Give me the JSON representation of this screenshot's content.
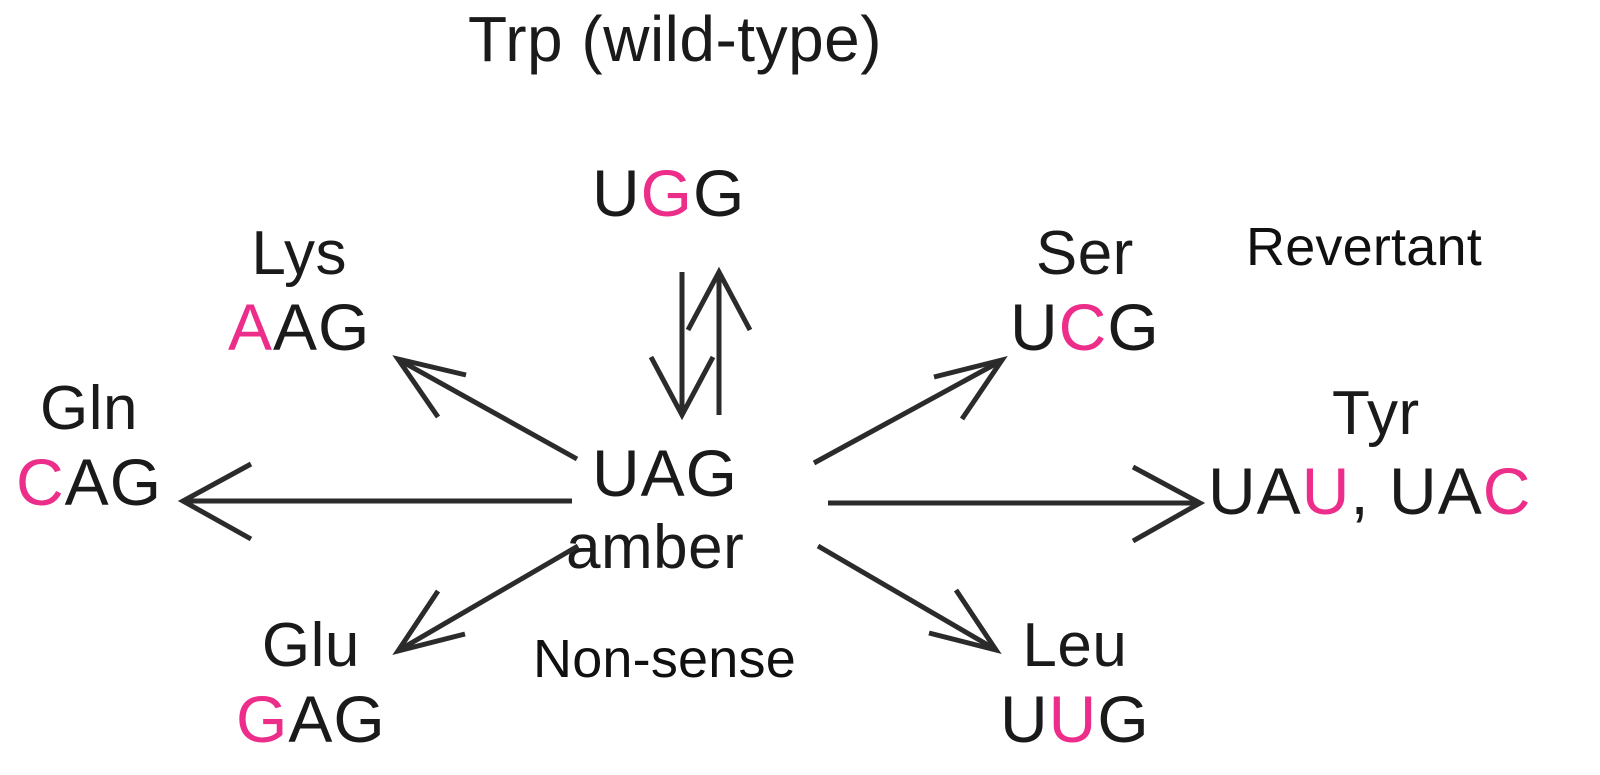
{
  "diagram": {
    "title": "Trp (wild-type)",
    "center": {
      "codon": "UAG",
      "label": "amber"
    },
    "annotations": {
      "revertant": "Revertant",
      "nonsense": "Non-sense"
    },
    "wildtype_codon": {
      "pre": "U",
      "highlight": "G",
      "post": "G",
      "full": "UGG"
    },
    "nodes": [
      {
        "id": "lys",
        "amino_acid": "Lys",
        "codon_pre": "",
        "codon_highlight": "A",
        "codon_post": "AG",
        "codon_full": "AAG"
      },
      {
        "id": "gln",
        "amino_acid": "Gln",
        "codon_pre": "",
        "codon_highlight": "C",
        "codon_post": "AG",
        "codon_full": "CAG"
      },
      {
        "id": "glu",
        "amino_acid": "Glu",
        "codon_pre": "",
        "codon_highlight": "G",
        "codon_post": "AG",
        "codon_full": "GAG"
      },
      {
        "id": "ser",
        "amino_acid": "Ser",
        "codon_pre": "U",
        "codon_highlight": "C",
        "codon_post": "G",
        "codon_full": "UCG"
      },
      {
        "id": "leu",
        "amino_acid": "Leu",
        "codon_pre": "U",
        "codon_highlight": "U",
        "codon_post": "G",
        "codon_full": "UUG"
      },
      {
        "id": "tyr",
        "amino_acid": "Tyr",
        "codon_a_pre": "UA",
        "codon_a_highlight": "U",
        "separator": ", ",
        "codon_b_pre": "UA",
        "codon_b_highlight": "C",
        "codon_full": "UAU, UAC"
      }
    ],
    "colors": {
      "highlight": "#ec2d8a",
      "text": "#1a1a1a",
      "arrow": "#2b2b2b",
      "background": "#ffffff"
    }
  }
}
